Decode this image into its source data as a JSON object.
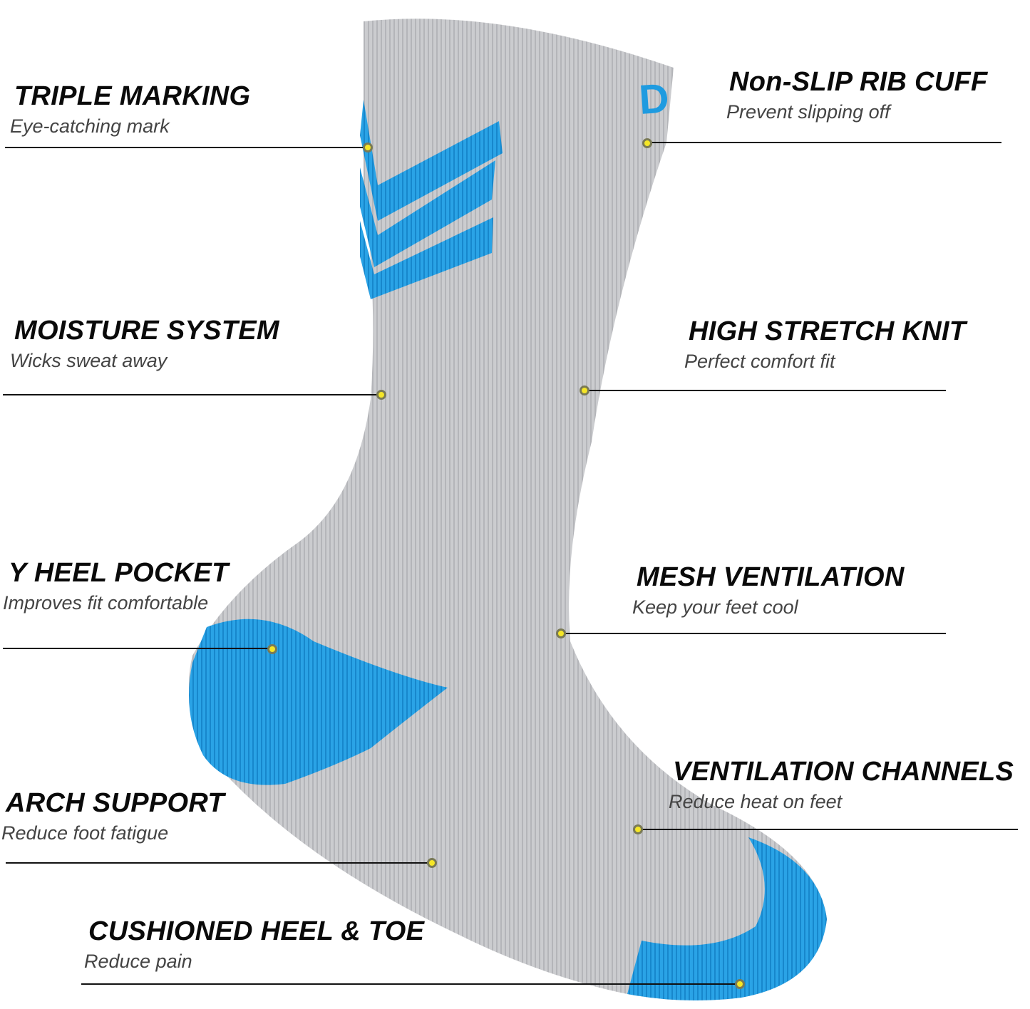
{
  "product": {
    "logo_letter": "D",
    "colors": {
      "sock_base": "#c9cacc",
      "accent_blue": "#1f9be0",
      "dot": "#f5e627"
    }
  },
  "callouts": [
    {
      "id": "triple-marking",
      "title": "TRIPLE MARKING",
      "subtitle": "Eye-catching mark"
    },
    {
      "id": "non-slip-rib-cuff",
      "title": "Non-SLIP RIB CUFF",
      "subtitle": "Prevent slipping off"
    },
    {
      "id": "moisture-system",
      "title": "MOISTURE SYSTEM",
      "subtitle": "Wicks sweat away"
    },
    {
      "id": "high-stretch-knit",
      "title": "HIGH STRETCH KNIT",
      "subtitle": "Perfect comfort fit"
    },
    {
      "id": "y-heel-pocket",
      "title": "Y HEEL POCKET",
      "subtitle": "Improves fit comfortable"
    },
    {
      "id": "mesh-ventilation",
      "title": "MESH VENTILATION",
      "subtitle": "Keep your feet cool"
    },
    {
      "id": "arch-support",
      "title": "ARCH SUPPORT",
      "subtitle": "Reduce foot fatigue"
    },
    {
      "id": "ventilation-channels",
      "title": "VENTILATION CHANNELS",
      "subtitle": "Reduce heat on feet"
    },
    {
      "id": "cushioned-heel-toe",
      "title": "CUSHIONED HEEL & TOE",
      "subtitle": "Reduce pain"
    }
  ]
}
